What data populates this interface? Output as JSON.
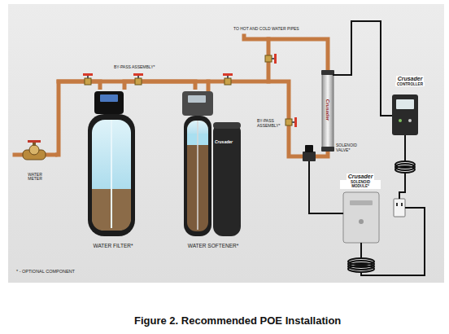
{
  "diagram": {
    "caption": "Figure 2. Recommended POE Installation",
    "nodes": [
      {
        "text": [
          "WATER METER"
        ]
      },
      {
        "text": [
          "WATER FILTER*"
        ]
      },
      {
        "text": [
          "WATER SOFTENER*"
        ]
      },
      {
        "text": [
          "Crusader",
          "CONTROLLER"
        ]
      },
      {
        "text": [
          "Crusader",
          "SOLENOID MODULE*"
        ]
      }
    ],
    "edges": [
      {
        "from": 0,
        "to": 1,
        "arrow": "none"
      },
      {
        "from": 1,
        "to": 2,
        "arrow": "none"
      }
    ],
    "labels": [
      "TO HOT AND COLD WATER PIPES",
      "BY-PASS ASSEMBLY*",
      "BY-PASS ASSEMBLY*",
      "SOLENOID VALVE*",
      "Crusader",
      "Crusader",
      "* - OPTIONAL COMPONENT"
    ]
  }
}
